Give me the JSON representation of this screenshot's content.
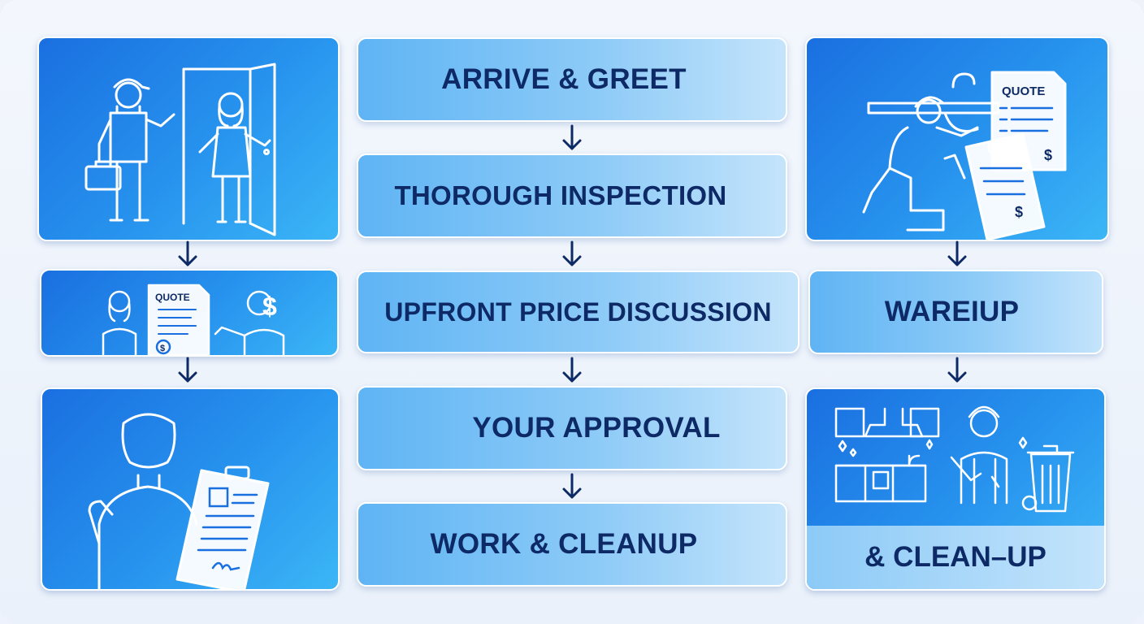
{
  "steps": [
    {
      "label": "ARRIVE & GREET"
    },
    {
      "label": "THOROUGH INSPECTION"
    },
    {
      "label": "UPFRONT PRICE DISCUSSION"
    },
    {
      "label": "YOUR APPROVAL"
    },
    {
      "label": "WORK & CLEANUP"
    }
  ],
  "right": {
    "wrap_label": "WAREIUP",
    "cleanup_label": "& CLEAN–UP"
  },
  "illustrations": {
    "quote_text": "QUOTE",
    "dollar": "$"
  },
  "colors": {
    "panel_start": "#1a6fe0",
    "panel_end": "#3cb6f6",
    "step_start": "#5fb4f4",
    "step_end": "#c4e4fb",
    "text": "#0e2a66",
    "arrow": "#0e2a66"
  }
}
